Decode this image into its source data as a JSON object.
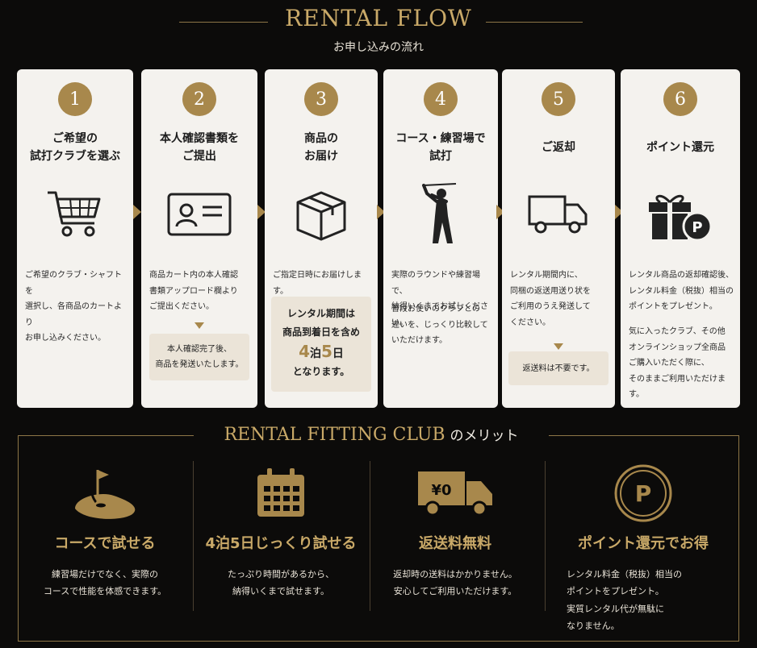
{
  "header": {
    "title": "RENTAL FLOW",
    "subtitle": "お申し込みの流れ"
  },
  "steps": [
    {
      "num": "1",
      "title": "ご希望の\n試打クラブを選ぶ",
      "icon": "shopping-cart-icon",
      "desc": "ご希望のクラブ・シャフトを\n選択し、各商品のカートより\nお申し込みください。"
    },
    {
      "num": "2",
      "title": "本人確認書類を\nご提出",
      "icon": "id-card-icon",
      "desc": "商品カート内の本人確認\n書類アップロード欄より\nご提出ください。",
      "note": "本人確認完了後、\n商品を発送いたします。"
    },
    {
      "num": "3",
      "title": "商品の\nお届け",
      "icon": "box-icon",
      "desc": "ご指定日時にお届けします。",
      "note_line1": "レンタル期間は",
      "note_line2": "商品到着日を含め",
      "note_n1": "4",
      "note_k1": "泊",
      "note_n2": "5",
      "note_k2": "日",
      "note_line4": "となります。"
    },
    {
      "num": "4",
      "title": "コース・練習場で\n試打",
      "icon": "golfer-icon",
      "desc": "実際のラウンドや練習場で、\n納得いくまでお試しください。",
      "desc2": "普段お使いのクラブとの\n違いを、じっくり比較して\nいただけます。"
    },
    {
      "num": "5",
      "title": "ご返却",
      "icon": "truck-icon",
      "desc": "レンタル期間内に、\n同梱の返送用送り状を\nご利用のうえ発送して\nください。",
      "note": "返送料は不要です。"
    },
    {
      "num": "6",
      "title": "ポイント還元",
      "icon": "gift-point-icon",
      "desc": "レンタル商品の返却確認後、\nレンタル料金（税抜）相当の\nポイントをプレゼント。",
      "desc2": "気に入ったクラブ、その他\nオンラインショップ全商品\nご購入いただく際に、\nそのままご利用いただけます。"
    }
  ],
  "merit": {
    "title_en": "RENTAL FITTING CLUB",
    "title_jp": "のメリット",
    "items": [
      {
        "icon": "golf-flag-icon",
        "heading": "コースで試せる",
        "desc": "練習場だけでなく、実際の\nコースで性能を体感できます。"
      },
      {
        "icon": "calendar-icon",
        "heading": "4泊5日じっくり試せる",
        "desc": "たっぷり時間があるから、\n納得いくまで試せます。"
      },
      {
        "icon": "free-shipping-truck-icon",
        "icon_text": "¥0",
        "heading": "返送料無料",
        "desc": "返却時の送料はかかりません。\n安心してご利用いただけます。"
      },
      {
        "icon": "point-icon",
        "icon_text": "P",
        "heading": "ポイント還元でお得",
        "desc": "レンタル料金（税抜）相当の\nポイントをプレゼント。\n実質レンタル代が無駄に\nなりません。"
      }
    ]
  },
  "colors": {
    "gold": "#a8884c",
    "gold_text": "#c9a968",
    "background": "#0c0b0a",
    "card": "#f4f2ee",
    "note": "#ebe4d8"
  }
}
